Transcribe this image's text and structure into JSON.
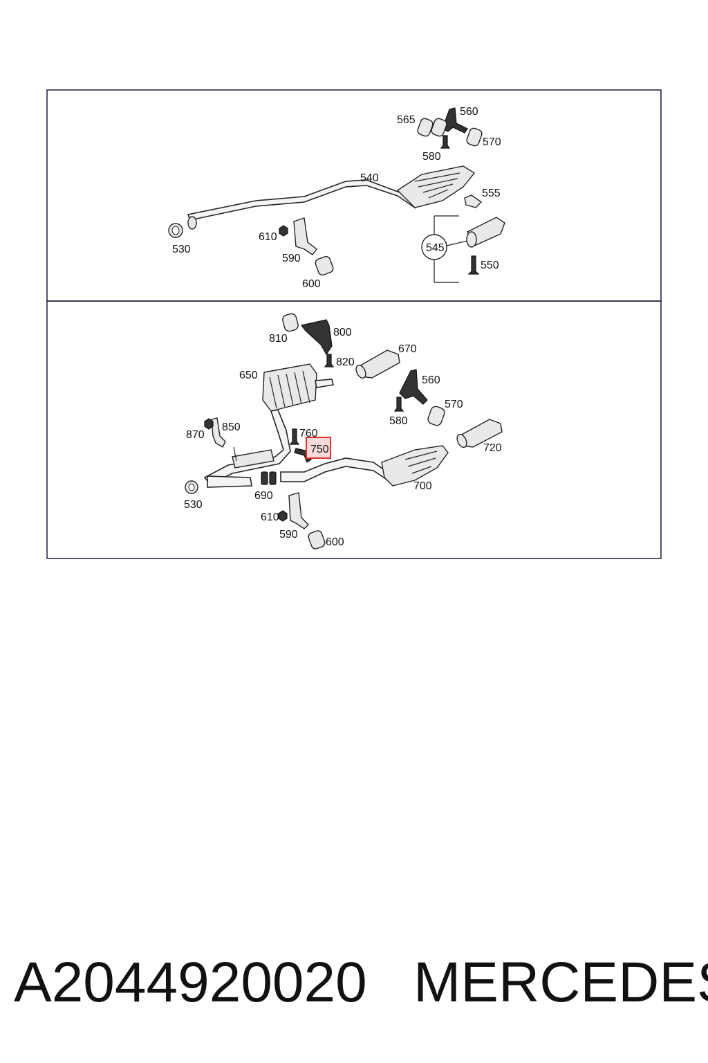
{
  "diagram": {
    "panels": [
      {
        "labels": {
          "p530": "530",
          "p540": "540",
          "p545": "545",
          "p550": "550",
          "p555": "555",
          "p560": "560",
          "p565": "565",
          "p570": "570",
          "p580": "580",
          "p590": "590",
          "p600": "600",
          "p610": "610"
        }
      },
      {
        "labels": {
          "p530": "530",
          "p560": "560",
          "p570": "570",
          "p580": "580",
          "p590": "590",
          "p600": "600",
          "p610": "610",
          "p650": "650",
          "p670": "670",
          "p690": "690",
          "p700": "700",
          "p720": "720",
          "p750": "750",
          "p760": "760",
          "p800": "800",
          "p810": "810",
          "p820": "820",
          "p850": "850",
          "p870": "870"
        },
        "highlighted": "750",
        "highlight_color": "#e03030"
      }
    ]
  },
  "footer": {
    "part_number": "A2044920020",
    "brand": "MERCEDES"
  }
}
